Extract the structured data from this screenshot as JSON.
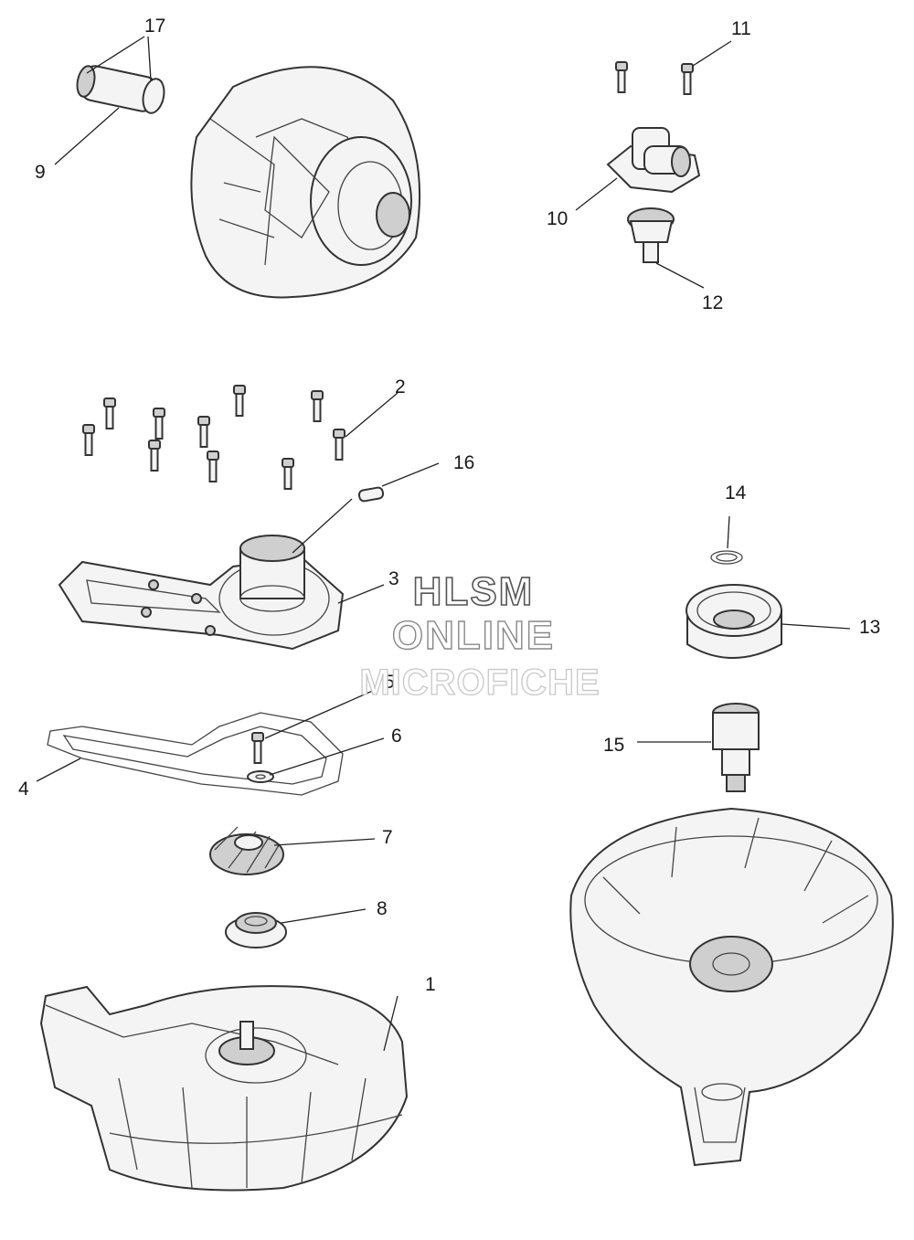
{
  "callouts": [
    {
      "id": "1",
      "label": "1"
    },
    {
      "id": "2",
      "label": "2"
    },
    {
      "id": "3",
      "label": "3"
    },
    {
      "id": "4",
      "label": "4"
    },
    {
      "id": "5",
      "label": "5"
    },
    {
      "id": "6",
      "label": "6"
    },
    {
      "id": "7",
      "label": "7"
    },
    {
      "id": "8",
      "label": "8"
    },
    {
      "id": "9",
      "label": "9"
    },
    {
      "id": "10",
      "label": "10"
    },
    {
      "id": "11",
      "label": "11"
    },
    {
      "id": "12",
      "label": "12"
    },
    {
      "id": "13",
      "label": "13"
    },
    {
      "id": "14",
      "label": "14"
    },
    {
      "id": "15",
      "label": "15"
    },
    {
      "id": "16",
      "label": "16"
    },
    {
      "id": "17",
      "label": "17"
    }
  ],
  "watermark": {
    "line1": "HLSM",
    "line2": "ONLINE",
    "line3": "MICROFICHE"
  }
}
